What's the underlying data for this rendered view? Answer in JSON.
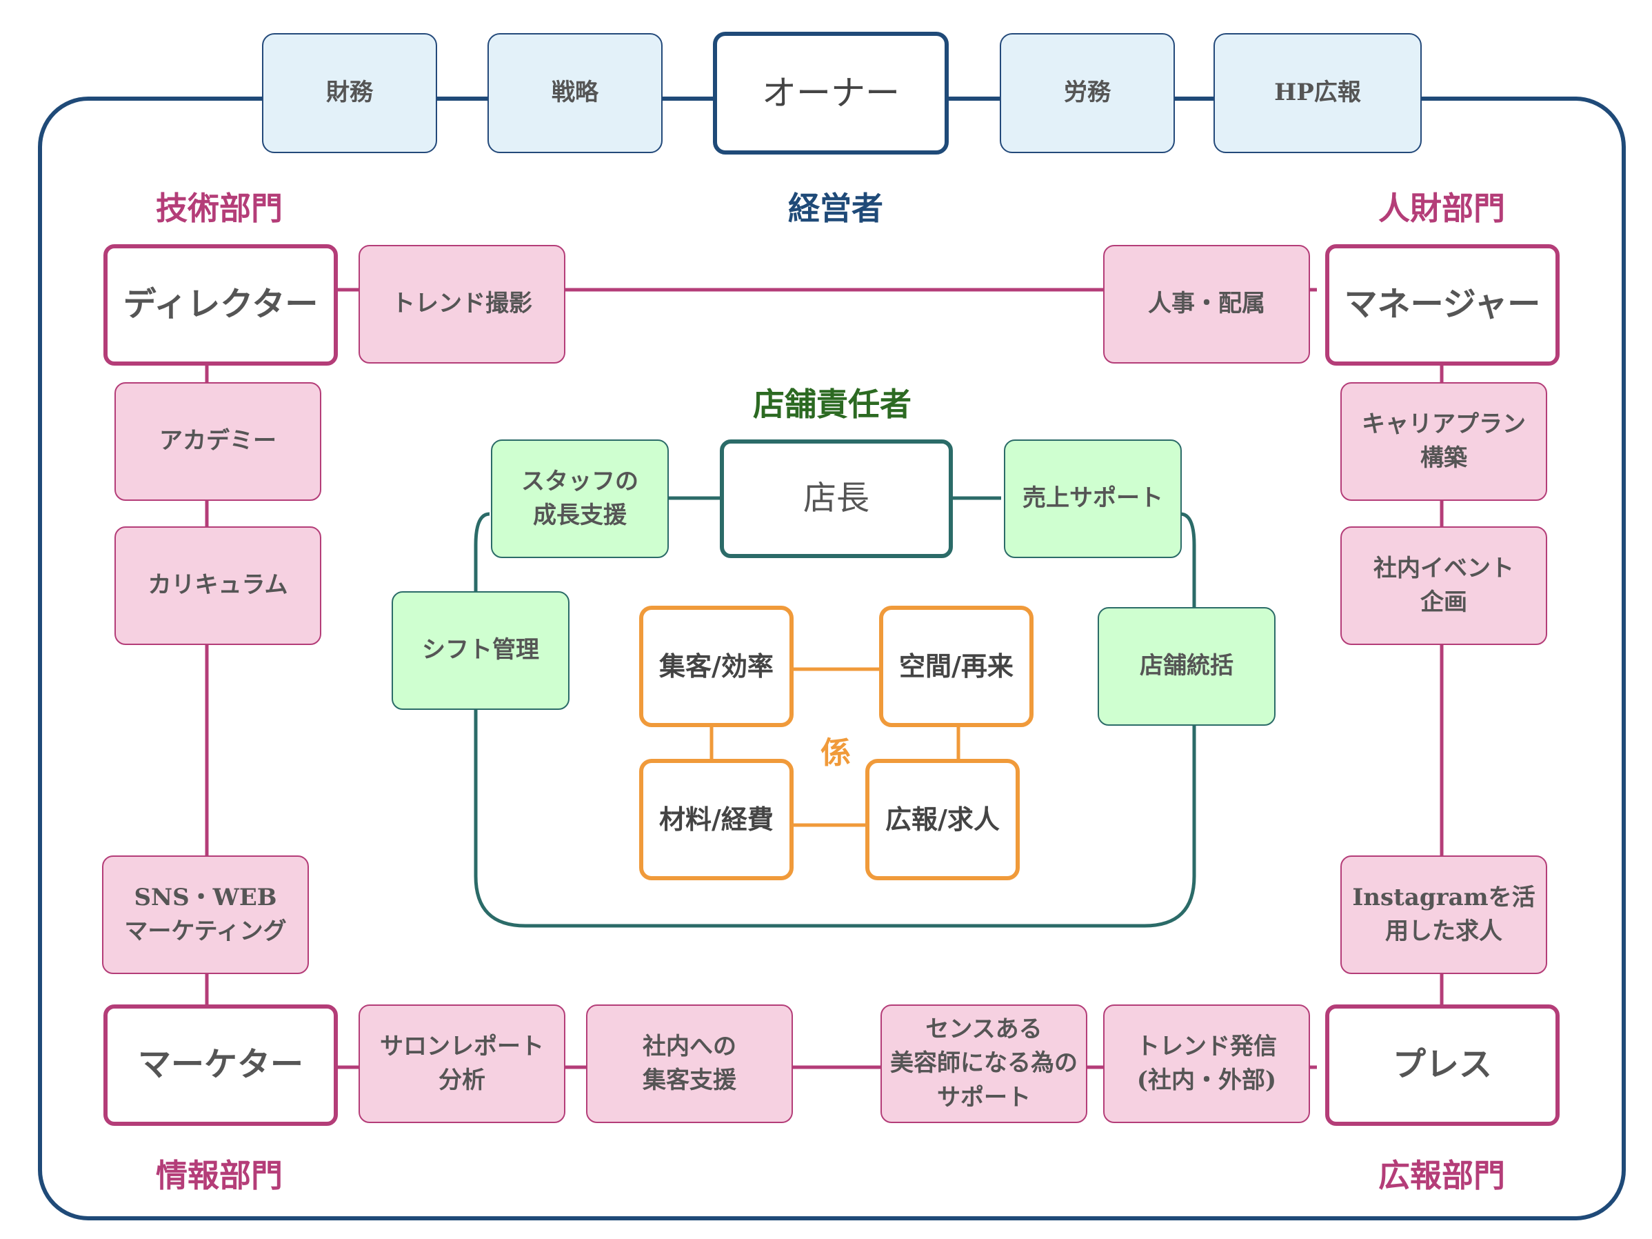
{
  "top": {
    "finance": "財務",
    "strategy": "戦略",
    "owner": "オーナー",
    "labor": "労務",
    "hp_pr": "HP広報"
  },
  "sections": {
    "management": "経営者",
    "tech": "技術部門",
    "hr": "人財部門",
    "info": "情報部門",
    "pr": "広報部門",
    "store_manager_label": "店舗責任者",
    "kakari": "係"
  },
  "roles": {
    "director": "ディレクター",
    "manager": "マネージャー",
    "marketer": "マーケター",
    "press": "プレス"
  },
  "tasks": {
    "trend_shoot": "トレンド撮影",
    "hr_assign": "人事・配属",
    "academy": "アカデミー",
    "curriculum": "カリキュラム",
    "sns_web": "SNS・WEB\nマーケティング",
    "career_plan": "キャリアプラン\n構築",
    "internal_event": "社内イベント\n企画",
    "instagram": "Instagramを活\n用した求人",
    "salon_report": "サロンレポート\n分析",
    "internal_attract": "社内への\n集客支援",
    "sense_support": "センスある\n美容師になる為の\nサポート",
    "trend_send": "トレンド発信\n(社内・外部)"
  },
  "store": {
    "manager": "店長",
    "staff_growth": "スタッフの\n成長支援",
    "sales_support": "売上サポート",
    "shift": "シフト管理",
    "store_control": "店舗統括"
  },
  "kakari_items": {
    "attract": "集客/効率",
    "space": "空間/再来",
    "material": "材料/経費",
    "pr_recruit": "広報/求人"
  },
  "colors": {
    "navy": "#1f4a78",
    "magenta": "#b43d78",
    "teal": "#2b6b68",
    "orange": "#f09a3a",
    "pink_fill": "#f6d1e1",
    "blue_fill": "#e3f1f9",
    "green_fill": "#cfffd0"
  }
}
